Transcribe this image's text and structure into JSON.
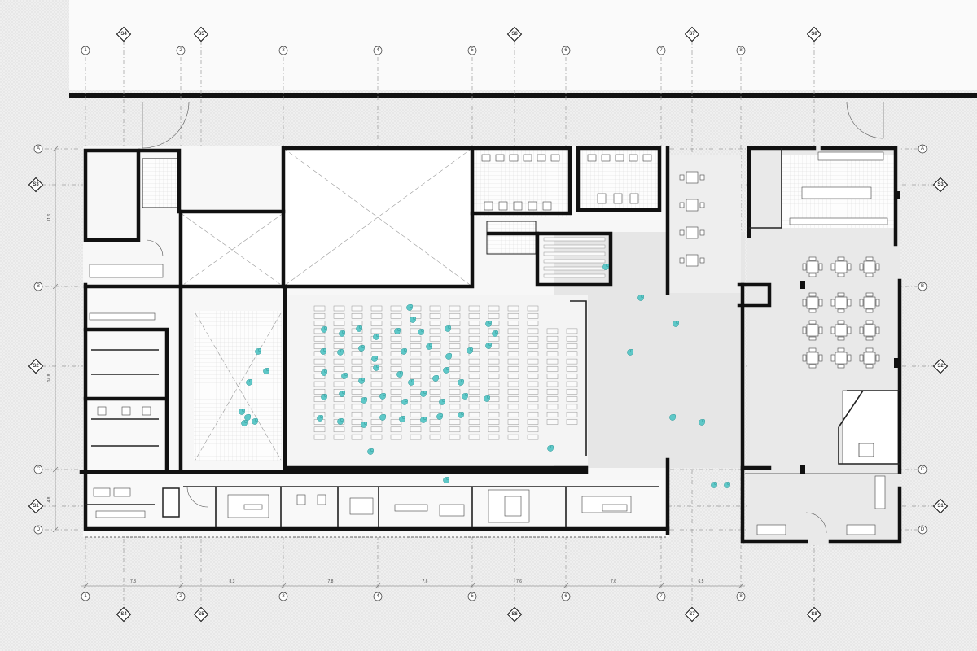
{
  "plan": {
    "grid_columns": [
      "1",
      "2",
      "3",
      "4",
      "5",
      "6",
      "7",
      "8"
    ],
    "grid_rows": [
      "A",
      "B",
      "C",
      "D"
    ],
    "section_markers_vertical": [
      "S4",
      "S5",
      "S6",
      "S7",
      "S8"
    ],
    "section_markers_horizontal": [
      "S3",
      "S2",
      "S1"
    ],
    "dimensions_horizontal": [
      "7.8",
      "8.3",
      "7.8",
      "7.6",
      "7.6",
      "7.6",
      "6.5"
    ],
    "dimensions_vertical": [
      "11.6",
      "14.8",
      "4.8"
    ]
  },
  "colors": {
    "people": "#5ec8c8",
    "wall": "#111111",
    "floor_hatch": "#d8d8d8",
    "light_floor": "#e4e4e4"
  }
}
